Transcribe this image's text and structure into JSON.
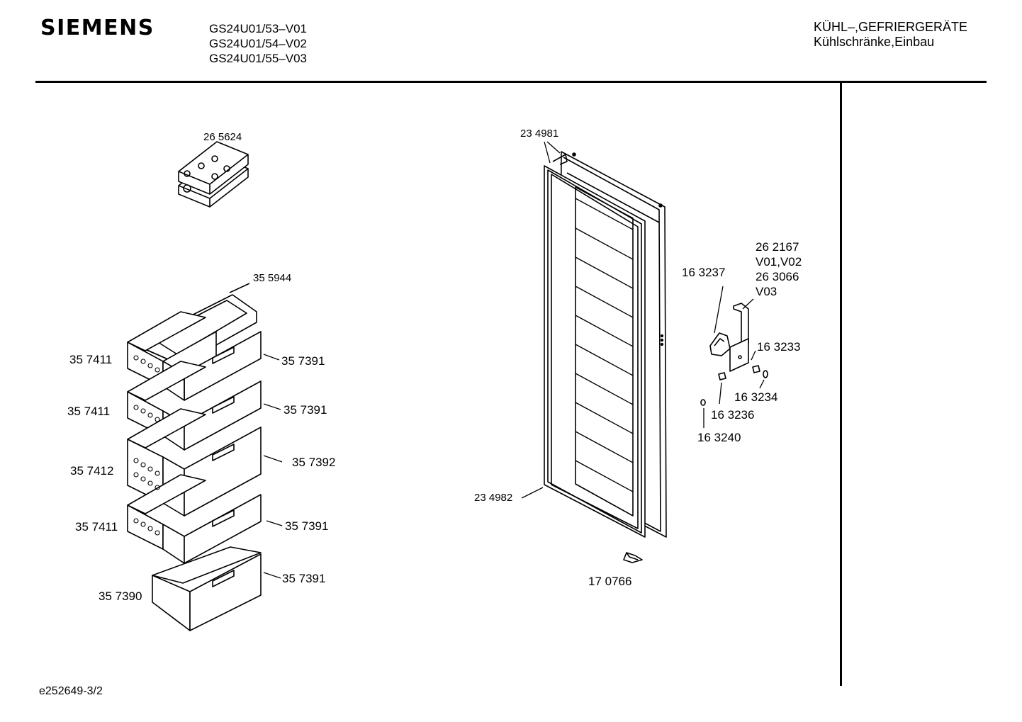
{
  "header": {
    "brand": "SIEMENS",
    "models": [
      "GS24U01/53–V01",
      "GS24U01/54–V02",
      "GS24U01/55–V03"
    ],
    "category_line1": "KÜHL–,GEFRIERGERÄTE",
    "category_line2": "Kühlschränke,Einbau"
  },
  "footer": {
    "doc_id": "e252649-3/2"
  },
  "part_labels": {
    "p265624": "26 5624",
    "p355944": "35 5944",
    "p357411_a": "35 7411",
    "p357391_a": "35 7391",
    "p357411_b": "35 7411",
    "p357391_b": "35 7391",
    "p357412": "35 7412",
    "p357392": "35 7392",
    "p357411_c": "35 7411",
    "p357391_c": "35 7391",
    "p357390": "35 7390",
    "p357391_d": "35 7391",
    "p234981": "23 4981",
    "p234982": "23 4982",
    "p170766": "17 0766",
    "p163237": "16 3237",
    "p262167": "26 2167",
    "v01v02": "V01,V02",
    "p263066": "26 3066",
    "v03": "V03",
    "p163233": "16 3233",
    "p163234": "16 3234",
    "p163236": "16 3236",
    "p163240": "16 3240"
  }
}
